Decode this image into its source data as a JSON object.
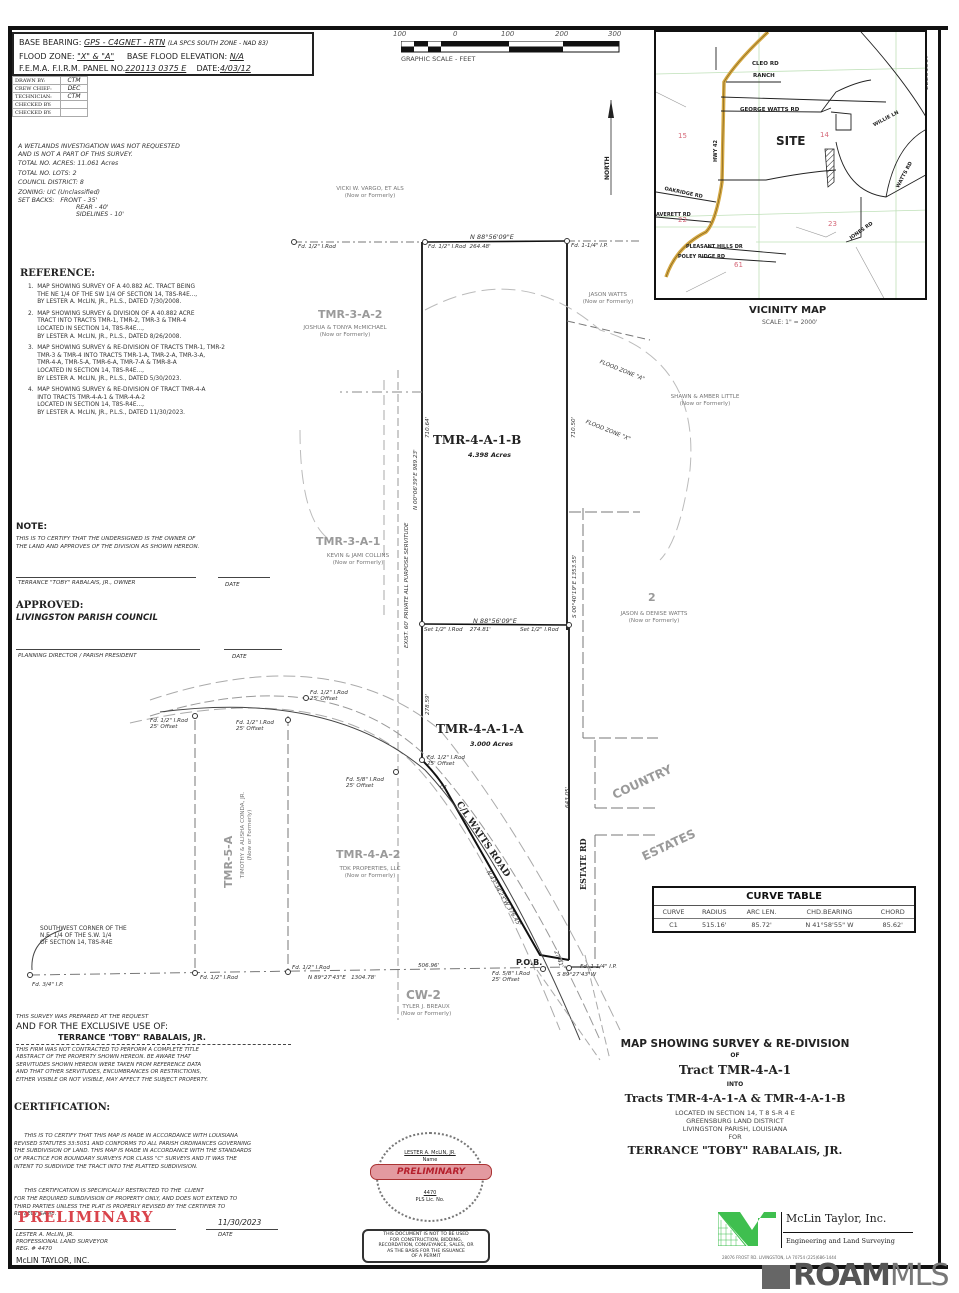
{
  "document": {
    "doc_number_vertical": "22231567"
  },
  "info_block": {
    "base_bearing_label": "BASE BEARING:",
    "base_bearing_value": "GPS - C4GNET - RTN",
    "base_bearing_note": "(LA SPCS SOUTH ZONE - NAD 83)",
    "flood_zone_label": "FLOOD ZONE:",
    "flood_zone_value": "\"X\" & \"A\"",
    "bfe_label": "BASE FLOOD ELEVATION:",
    "bfe_value": "N/A",
    "firm_label": "F.E.M.A. F.I.R.M. PANEL NO.",
    "firm_value": "220113 0375 E",
    "date_label": "DATE:",
    "date_value": "4/03/12"
  },
  "crew": [
    {
      "role": "DRAWN BY:",
      "initials": "CTM"
    },
    {
      "role": "CREW CHIEF:",
      "initials": "DEC"
    },
    {
      "role": "TECHNICIAN:",
      "initials": "CTM"
    },
    {
      "role": "CHECKED BY:",
      "initials": ""
    },
    {
      "role": "CHECKED BY:",
      "initials": ""
    }
  ],
  "notes": {
    "wetlands_1": "A WETLANDS INVESTIGATION WAS NOT REQUESTED",
    "wetlands_2": "AND IS NOT A PART OF THIS SURVEY.",
    "total_acres": "TOTAL NO. ACRES:   11.061 Acres",
    "total_lots": "TOTAL NO. LOTS:   2",
    "council": "COUNCIL DISTRICT:   8",
    "zoning": "ZONING:   UC (Unclassified)",
    "setbacks_label": "SET BACKS:",
    "setback_front": "FRONT - 35'",
    "setback_rear": "REAR - 40'",
    "setback_side": "SIDELINES - 10'"
  },
  "scale": {
    "ticks": [
      "100",
      "0",
      "100",
      "200",
      "300"
    ],
    "label": "GRAPHIC SCALE - FEET"
  },
  "reference": {
    "title": "REFERENCE:",
    "items": [
      "1.  MAP SHOWING SURVEY OF A 40.882 AC. TRACT BEING\n     THE NE 1/4 OF THE SW 1/4 OF SECTION 14, T8S-R4E...,\n     BY LESTER A. McLIN, JR., P.L.S., DATED 7/30/2008.",
      "2.  MAP SHOWING SURVEY & DIVISION OF A 40.882 ACRE\n     TRACT INTO TRACTS TMR-1, TMR-2, TMR-3 & TMR-4\n     LOCATED IN SECTION 14, T8S-R4E...,\n     BY LESTER A. McLIN, JR., P.L.S., DATED 8/26/2008.",
      "3.  MAP SHOWING SURVEY & RE-DIVISION OF TRACTS TMR-1, TMR-2\n     TMR-3 & TMR-4 INTO TRACTS TMR-1-A, TMR-2-A, TMR-3-A,\n     TMR-4-A, TMR-5-A, TMR-6-A, TMR-7-A & TMR-8-A\n     LOCATED IN SECTION 14, T8S-R4E...,\n     BY LESTER A. McLIN, JR., P.L.S., DATED 5/30/2023.",
      "4.  MAP SHOWING SURVEY & RE-DIVISION OF TRACT TMR-4-A\n     INTO TRACTS TMR-4-A-1 & TMR-4-A-2\n     LOCATED IN SECTION 14, T8S-R4E...,\n     BY LESTER A. McLIN, JR., P.L.S., DATED 11/30/2023."
    ]
  },
  "note_section": {
    "title": "NOTE:",
    "text_1": "THIS IS TO CERTIFY THAT THE UNDERSIGNED IS THE OWNER OF",
    "text_2": "THE LAND AND APPROVES OF THE DIVISION AS SHOWN HEREON.",
    "owner_sig": "TERRANCE \"TOBY\" RABALAIS, JR.,   OWNER",
    "date": "DATE"
  },
  "approved": {
    "title": "APPROVED:",
    "council": "LIVINGSTON PARISH COUNCIL",
    "sig": "PLANNING DIRECTOR / PARISH PRESIDENT",
    "date": "DATE"
  },
  "plat": {
    "north_label": "NORTH",
    "adjoiners": {
      "vargo_name": "VICKI W. VARGO, ET ALS",
      "vargo_sub": "(Now or Formerly)",
      "tmr3a2": "TMR-3-A-2",
      "mcmichael": "JOSHUA & TONYA McMICHAEL",
      "mcmichael_sub": "(Now or Formerly)",
      "jason_watts": "JASON WATTS",
      "jason_watts_sub": "(Now or Formerly)",
      "little": "SHAWN & AMBER LITTLE",
      "little_sub": "(Now or Formerly)",
      "tmr3a1": "TMR-3-A-1",
      "collins": "KEVIN & JAMI COLLINS",
      "collins_sub": "(Now or Formerly)",
      "lot2": "2",
      "jd_watts": "JASON & DENISE WATTS",
      "jd_watts_sub": "(Now or Formerly)",
      "tmr5a": "TMR-5-A",
      "conda": "TIMOTHY & ALISHA CONDA, JR.",
      "conda_sub": "(Now or Formerly)",
      "tmr4a2": "TMR-4-A-2",
      "tdk": "TDK PROPERTIES, LLC",
      "tdk_sub": "(Now or Formerly)",
      "cw2": "CW-2",
      "breaux": "TYLER J. BREAUX",
      "breaux_sub": "(Now or Formerly)",
      "country": "COUNTRY",
      "estates": "ESTATES",
      "estate_rd": "ESTATE RD",
      "watts_road": "C/L WATTS ROAD"
    },
    "tracts": {
      "b_name": "TMR-4-A-1-B",
      "b_acres": "4.398 Acres",
      "a_name": "TMR-4-A-1-A",
      "a_acres": "3.000 Acres"
    },
    "flood": {
      "zone_a": "FLOOD ZONE \"A\"",
      "zone_x": "FLOOD ZONE \"X\""
    },
    "calls": {
      "north_line_bearing": "N 88°56'09\"E",
      "north_line_dist": "264.48'",
      "mid_line_bearing": "N 88°56'09\"E",
      "mid_line_dist": "274.81'",
      "west_b": "710.64'",
      "east_b": "710.50'",
      "west_a": "278.59'",
      "east_a": "643.05'",
      "servitude": "EXIST. 60' PRIVATE ALL PURPOSE SERVITUDE",
      "servitude_bearing": "N 00°06'39\"E   989.23'",
      "east_total": "S 00°40'19\"E   1353.55'",
      "south_bearing": "N 89°27'43\"E",
      "south_dist": "1304.78'",
      "south_dist_2": "506.96'",
      "pob_bearing": "S 89°27'43\"W",
      "pob_dist": "27.41'",
      "watts_bearing": "N 43°34'23\"W",
      "watts_dist": "376.45'",
      "curve": "C1",
      "pob": "P.O.B."
    },
    "monuments": {
      "fd_half_rod": "Fd. 1/2\" I.Rod",
      "fd_1_25_ip": "Fd. 1-1/4\" I.P.",
      "set_half_rod": "Set 1/2\" I.Rod",
      "fd_58_rod": "Fd. 5/8\" I.Rod",
      "fd_34_ip": "Fd. 3/4\" I.P.",
      "offset": "25' Offset"
    },
    "sw_corner_1": "SOUTHWEST CORNER OF THE",
    "sw_corner_2": "N.E. 1/4 OF THE S.W. 1/4",
    "sw_corner_3": "OF SECTION 14, T8S-R4E"
  },
  "vicinity_map": {
    "title": "VICINITY MAP",
    "scale": "SCALE: 1\" = 2000'",
    "site": "SITE",
    "roads": {
      "cleo": "CLEO RD",
      "ranch": "RANCH",
      "george_watts": "GEORGE WATTS RD",
      "hwy42": "HWY 42",
      "willie": "WILLIE LN",
      "watts": "WATTS RD",
      "oakridge": "OAKRIDGE RD",
      "averett": "AVERETT RD",
      "jones": "JONES RD",
      "pleasant_hills": "PLEASANT HILLS DR",
      "poley_ridge": "POLEY RIDGE RD"
    },
    "sections": [
      "15",
      "14",
      "22",
      "23",
      "61"
    ]
  },
  "curve_table": {
    "title": "CURVE TABLE",
    "headers": [
      "CURVE",
      "RADIUS",
      "ARC LEN.",
      "CHD.BEARING",
      "CHORD"
    ],
    "rows": [
      [
        "C1",
        "515.16'",
        "85.72'",
        "N 41°58'55\" W",
        "85.62'"
      ]
    ]
  },
  "request": {
    "line_1": "THIS SURVEY WAS PREPARED AT THE REQUEST",
    "line_2": "AND FOR THE EXCLUSIVE USE OF:",
    "client": "TERRANCE \"TOBY\" RABALAIS, JR.",
    "disclaimer": [
      "THIS FIRM WAS NOT CONTRACTED TO PERFORM A COMPLETE TITLE",
      "ABSTRACT OF THE PROPERTY SHOWN HEREON. BE AWARE THAT",
      "SERVITUDES SHOWN HEREON WERE TAKEN FROM REFERENCE DATA",
      "AND THAT OTHER SERVITUDES, ENCUMBRANCES OR RESTRICTIONS,",
      "EITHER VISIBLE OR NOT VISIBLE, MAY AFFECT THE SUBJECT PROPERTY."
    ]
  },
  "certification": {
    "title": "CERTIFICATION:",
    "lines": [
      "      THIS IS TO CERTIFY THAT THIS MAP IS MADE IN ACCORDANCE WITH LOUISIANA",
      "REVISED STATUTES 33:5051 AND CONFORMS TO ALL PARISH ORDINANCES GOVERNING",
      "THE SUBDIVISION OF LAND. THIS MAP IS MADE IN ACCORDANCE WITH THE STANDARDS",
      "OF PRACTICE FOR BOUNDARY SURVEYS FOR CLASS \"C\" SURVEYS AND IT WAS THE",
      "INTENT TO SUBDIVIDE THE TRACT INTO THE PLATTED SUBDIVISION.",
      "      THIS CERTIFICATION IS SPECIFICALLY RESTRICTED TO THE  CLIENT",
      "FOR THE REQUIRED SUBDIVISION OF PROPERTY ONLY, AND DOES NOT EXTEND TO",
      "THIRD PARTIES UNLESS THE PLAT IS PROPERLY REVISED BY THE CERTIFIER TO",
      "REFLECT SAME."
    ],
    "preliminary": "PRELIMINARY",
    "date_value": "11/30/2023",
    "date_label": "DATE",
    "surveyor": "LESTER A. McLIN, JR.",
    "title_line": "PROFESSIONAL LAND SURVEYOR",
    "reg": "REG. # 4470",
    "company": "McLIN TAYLOR, INC."
  },
  "seal": {
    "name": "LESTER A. McLIN, JR.",
    "name_label": "Name",
    "stamp": "PRELIMINARY",
    "lic_no": "4470",
    "lic_label": "PLS Lic. No.",
    "warning": [
      "THIS DOCUMENT IS NOT TO BE USED",
      "FOR CONSTRUCTION, BIDDING,",
      "RECORDATION, CONVEYANCE, SALES, OR",
      "AS THE BASIS FOR THE ISSUANCE",
      "OF A PERMIT"
    ]
  },
  "title_block": {
    "line_1": "MAP SHOWING SURVEY & RE-DIVISION",
    "of": "OF",
    "tract": "Tract TMR-4-A-1",
    "into": "INTO",
    "tracts": "Tracts TMR-4-A-1-A & TMR-4-A-1-B",
    "loc_1": "LOCATED IN SECTION 14, T 8 S-R 4 E",
    "loc_2": "GREENSBURG LAND DISTRICT",
    "loc_3": "LIVINGSTON PARISH, LOUISIANA",
    "for": "FOR",
    "client": "TERRANCE \"TOBY\" RABALAIS, JR."
  },
  "firm": {
    "name": "McLin Taylor, Inc.",
    "tagline": "Engineering and Land Surveying",
    "address": "28076 FROST RD.  LIVINGSTON, LA 70754  (225)686-1444",
    "logo_color": "#3fbf4f"
  },
  "watermark": {
    "brand": "ROAM",
    "suffix": "MLS"
  }
}
